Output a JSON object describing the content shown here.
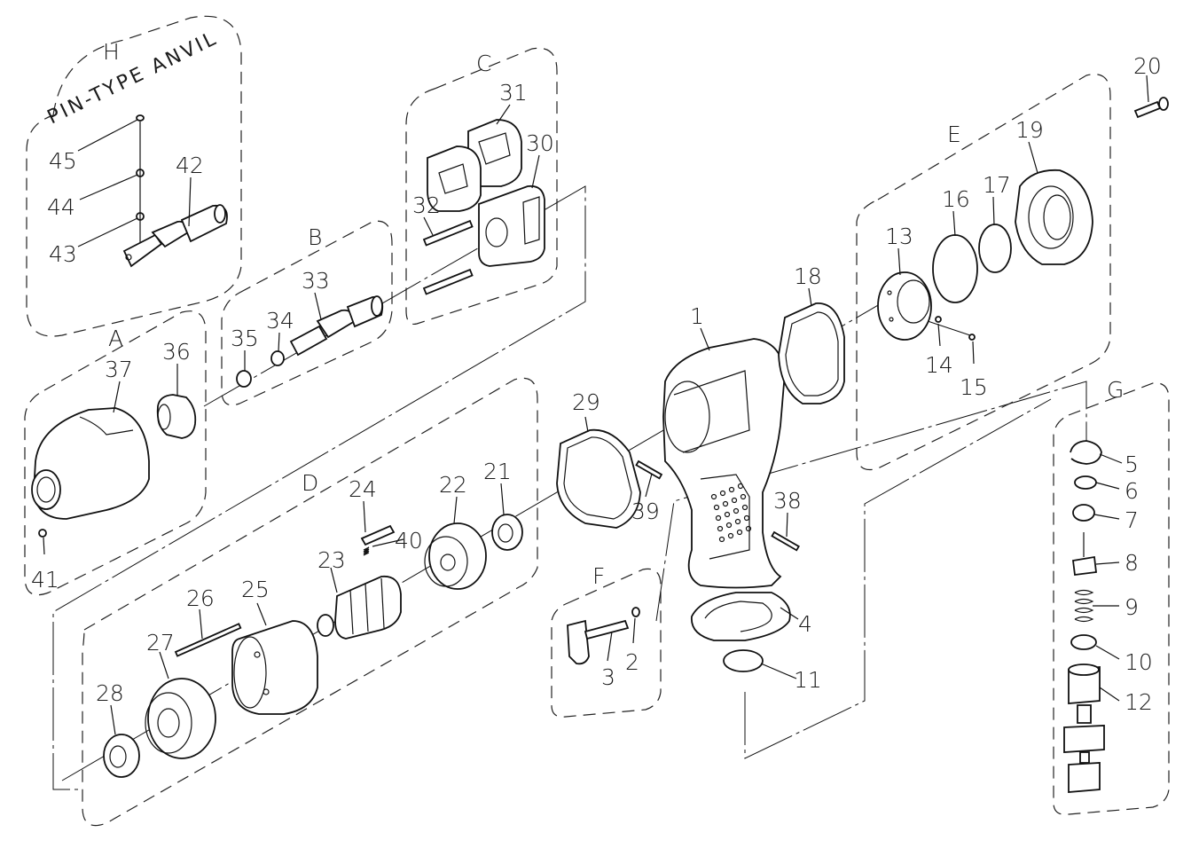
{
  "groups": {
    "H": "H",
    "C": "C",
    "B": "B",
    "A": "A",
    "D": "D",
    "E": "E",
    "F": "F",
    "G": "G"
  },
  "titles": {
    "pin_type_anvil": "PIN-TYPE ANVIL"
  },
  "parts": {
    "p1": "1",
    "p2": "2",
    "p3": "3",
    "p4": "4",
    "p5": "5",
    "p6": "6",
    "p7": "7",
    "p8": "8",
    "p9": "9",
    "p10": "10",
    "p11": "11",
    "p12": "12",
    "p13": "13",
    "p14": "14",
    "p15": "15",
    "p16": "16",
    "p17": "17",
    "p18": "18",
    "p19": "19",
    "p20": "20",
    "p21": "21",
    "p22": "22",
    "p23": "23",
    "p24": "24",
    "p25": "25",
    "p26": "26",
    "p27": "27",
    "p28": "28",
    "p29": "29",
    "p30": "30",
    "p31": "31",
    "p32": "32",
    "p33": "33",
    "p34": "34",
    "p35": "35",
    "p36": "36",
    "p37": "37",
    "p38": "38",
    "p39": "39",
    "p40": "40",
    "p41": "41",
    "p42": "42",
    "p43": "43",
    "p44": "44",
    "p45": "45"
  },
  "colors": {
    "line": "#111111",
    "background": "#ffffff"
  }
}
